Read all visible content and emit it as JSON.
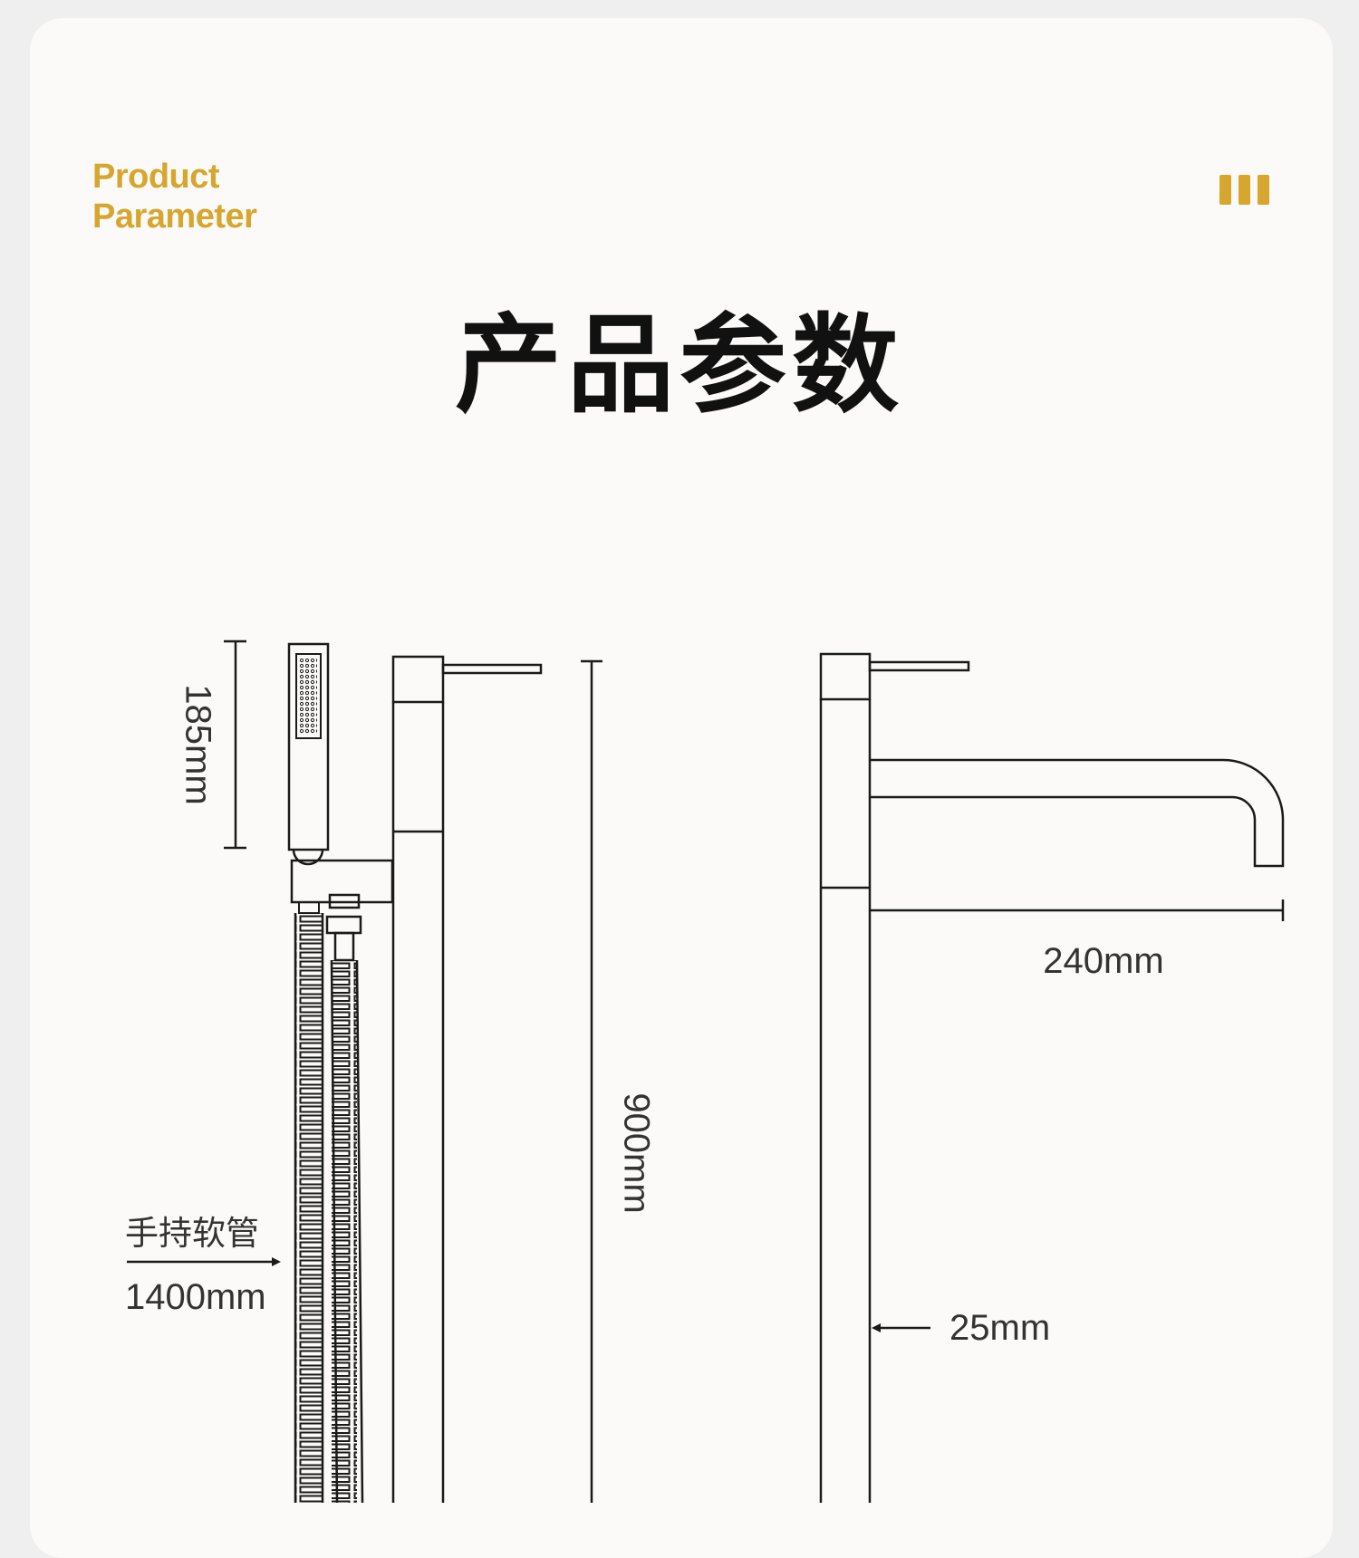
{
  "header": {
    "en_title_line1": "Product",
    "en_title_line2": "Parameter",
    "cn_title": "产品参数",
    "accent_color": "#d6a62e",
    "decor_icon": "three-bars-icon"
  },
  "dimensions": {
    "handshower_height": "185mm",
    "overall_height": "900mm",
    "hose_label": "手持软管",
    "hose_length": "1400mm",
    "spout_reach": "240mm",
    "pipe_diameter": "25mm"
  }
}
